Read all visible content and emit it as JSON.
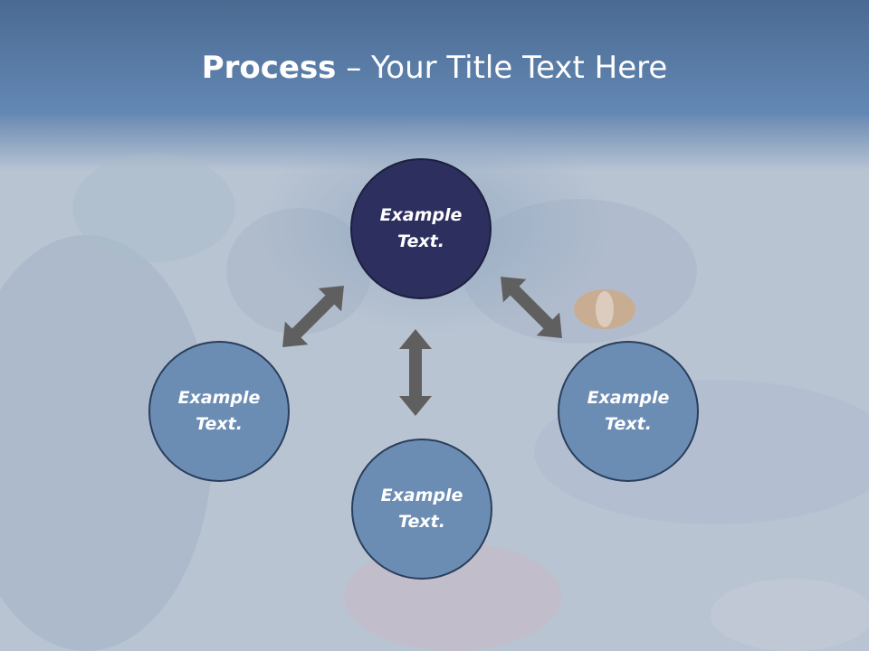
{
  "slide": {
    "title_bold": "Process",
    "title_rest": " – Your Title Text Here"
  },
  "nodes": {
    "top": {
      "label": "Example\nText.",
      "color": "#2d2f5e"
    },
    "left": {
      "label": "Example\nText.",
      "color": "#6c8db3"
    },
    "right": {
      "label": "Example\nText.",
      "color": "#6c8db3"
    },
    "bottom": {
      "label": "Example\nText.",
      "color": "#6c8db3"
    }
  },
  "colors": {
    "header": "#587da8",
    "background": "#b9c4d3",
    "arrow": "#5f5f5f"
  },
  "icons": {
    "arrows": [
      "double-arrow-icon",
      "double-arrow-icon",
      "double-arrow-icon"
    ]
  }
}
